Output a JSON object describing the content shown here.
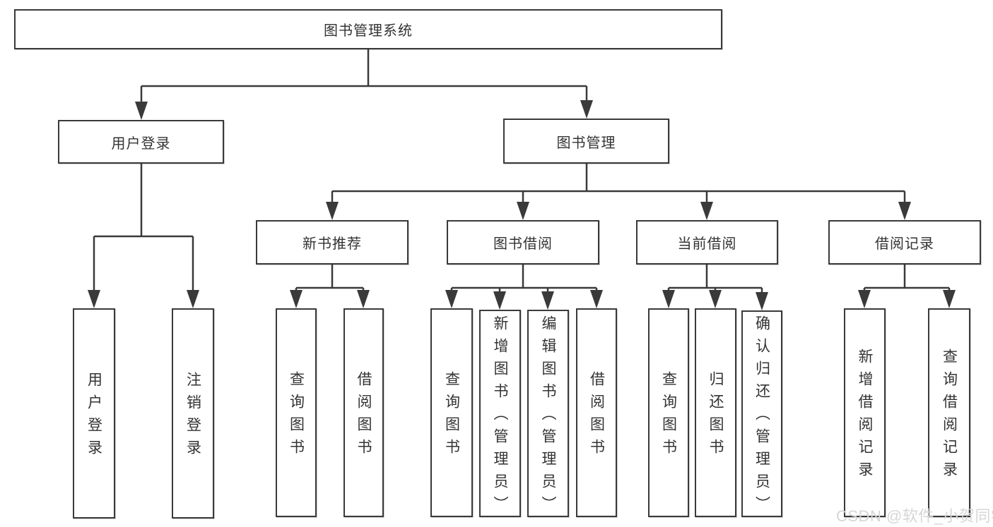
{
  "tree": {
    "root": {
      "label": "图书管理系统"
    },
    "children": [
      {
        "label": "用户登录",
        "children": [
          {
            "label": "用户登录"
          },
          {
            "label": "注销登录"
          }
        ]
      },
      {
        "label": "图书管理",
        "children": [
          {
            "label": "新书推荐",
            "children": [
              {
                "label": "查询图书"
              },
              {
                "label": "借阅图书"
              }
            ]
          },
          {
            "label": "图书借阅",
            "children": [
              {
                "label": "查询图书"
              },
              {
                "label": "新增图书（管理员）"
              },
              {
                "label": "编辑图书（管理员）"
              },
              {
                "label": "借阅图书"
              }
            ]
          },
          {
            "label": "当前借阅",
            "children": [
              {
                "label": "查询图书"
              },
              {
                "label": "归还图书"
              },
              {
                "label": "确认归还（管理员）"
              }
            ]
          },
          {
            "label": "借阅记录",
            "children": [
              {
                "label": "新增借阅记录"
              },
              {
                "label": "查询借阅记录"
              }
            ]
          }
        ]
      }
    ]
  },
  "watermark": {
    "text": "CSDN @软件_小贺同学"
  },
  "colors": {
    "line": "#3a3a3a",
    "text": "#333333",
    "watermark": "#d6d6d6",
    "background": "#ffffff"
  }
}
